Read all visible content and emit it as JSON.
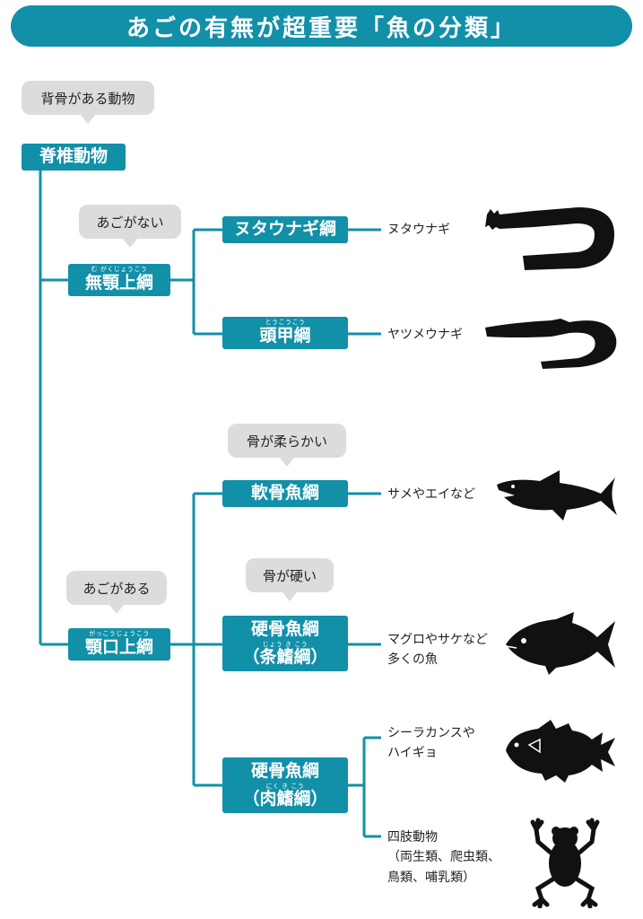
{
  "title": "あごの有無が超重要「魚の分類」",
  "colors": {
    "accent": "#1190a8",
    "bubble": "#dcdcdc",
    "silhouette": "#111111"
  },
  "root": {
    "note": "背骨がある動物",
    "label": "脊椎動物"
  },
  "agnatha": {
    "note": "あごがない",
    "ruby": "む がくじょうこう",
    "label": "無顎上綱",
    "classes": [
      {
        "label": "ヌタウナギ綱",
        "ruby": "",
        "example": "ヌタウナギ",
        "icon": "hagfish-icon"
      },
      {
        "label": "頭甲綱",
        "ruby": "とうこうこう",
        "example": "ヤツメウナギ",
        "icon": "lamprey-icon"
      }
    ]
  },
  "gnathostomata": {
    "note": "あごがある",
    "ruby": "がっこうじょうこう",
    "label": "顎口上綱",
    "cartilaginous": {
      "note": "骨が柔らかい",
      "label": "軟骨魚綱",
      "example": "サメやエイなど",
      "icon": "shark-icon"
    },
    "ray_finned": {
      "note": "骨が硬い",
      "label": "硬骨魚綱",
      "sub": "（条鰭綱）",
      "ruby": "じょう き こう",
      "example_line1": "マグロやサケなど",
      "example_line2": "多くの魚",
      "icon": "fish-icon"
    },
    "lobe_finned": {
      "label": "硬骨魚綱",
      "sub": "（肉鰭綱）",
      "ruby": "にく き こう",
      "example1_line1": "シーラカンスや",
      "example1_line2": "ハイギョ",
      "icon1": "coelacanth-icon",
      "example2_line1": "四肢動物",
      "example2_line2": "（両生類、爬虫類、",
      "example2_line3": "鳥類、哺乳類）",
      "icon2": "frog-icon"
    }
  }
}
